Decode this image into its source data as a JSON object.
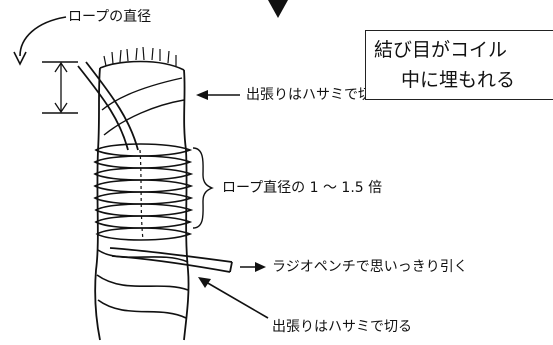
{
  "labels": {
    "rope_diameter": "ロープの直径",
    "trim_top": "出張りはハサミで切る",
    "coil_length": "ロープ直径の 1 ～ 1.5 倍",
    "pull": "ラジオペンチで思いっきり引く",
    "trim_bottom": "出張りはハサミで切る"
  },
  "note_box": {
    "line1": "結び目がコイル",
    "line2": "中に埋もれる"
  }
}
